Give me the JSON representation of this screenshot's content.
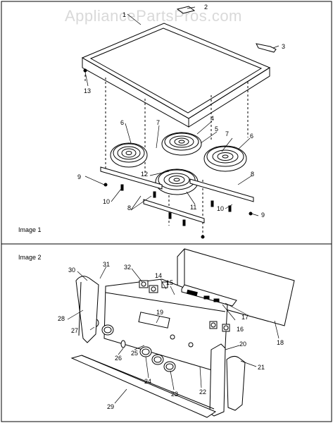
{
  "watermark": "AppliancePartsPros.com",
  "images": [
    {
      "caption": "Image 1",
      "callouts": [
        "1",
        "2",
        "3",
        "4",
        "5",
        "6",
        "6",
        "7",
        "7",
        "8",
        "8",
        "9",
        "9",
        "10",
        "10",
        "11",
        "12",
        "13"
      ]
    },
    {
      "caption": "Image 2",
      "callouts": [
        "14",
        "15",
        "16",
        "17",
        "18",
        "19",
        "20",
        "21",
        "22",
        "23",
        "24",
        "25",
        "26",
        "27",
        "28",
        "29",
        "30",
        "31",
        "32"
      ]
    }
  ]
}
